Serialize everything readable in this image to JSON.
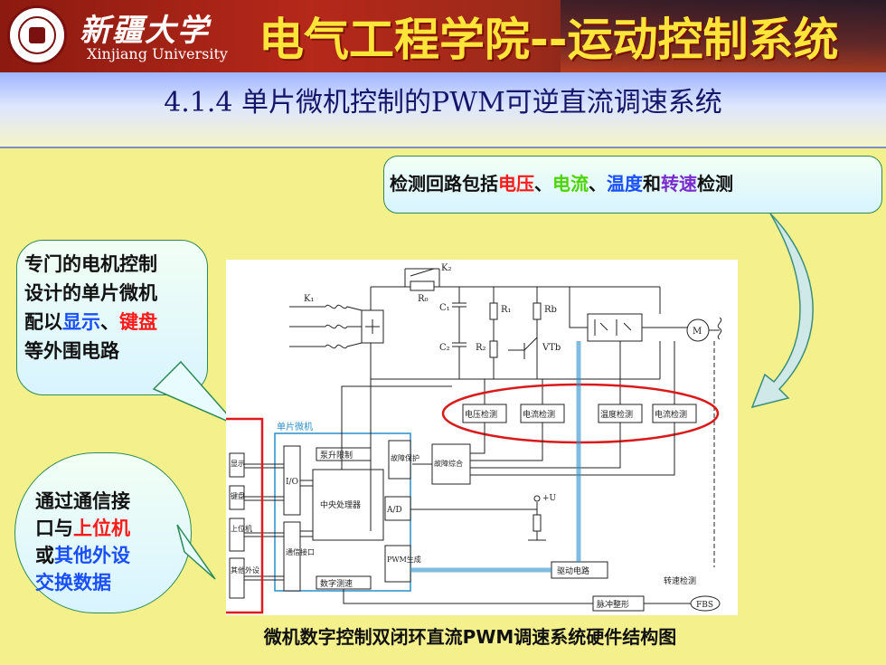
{
  "header": {
    "university_cn": "新疆大学",
    "university_en": "Xinjiang University",
    "college_title": "电气工程学院--运动控制系统"
  },
  "slide": {
    "title": "4.1.4 单片微机控制的PWM可逆直流调速系统"
  },
  "callouts": {
    "top": {
      "prefix": "检测回路包括",
      "voltage": "电压",
      "sep1": "、",
      "current": "电流",
      "sep2": "、",
      "temperature": "温度",
      "and": "和",
      "speed": "转速",
      "suffix": "检测"
    },
    "left": {
      "line1": "专门的电机控制",
      "line2": "设计的单片微机",
      "line3_prefix": "配以",
      "display": "显示",
      "sep": "、",
      "keyboard": "键盘",
      "line4": "等外围电路"
    },
    "bottom": {
      "line1": "通过通信接",
      "line2_prefix": "口与",
      "host": "上位机",
      "line3_prefix": "或",
      "other": "其他外设",
      "line4": "交换数据"
    }
  },
  "diagram": {
    "k1": "K₁",
    "k2": "K₂",
    "r0": "R₀",
    "c1": "C₁",
    "c2": "C₂",
    "r1": "R₁",
    "r2": "R₂",
    "rb": "Rb",
    "vtb": "VTb",
    "motor": "M",
    "mcu_label": "单片微机",
    "voltage_detect": "电压检测",
    "current_detect_1": "电流检测",
    "temp_detect": "温度检测",
    "current_detect_2": "电流检测",
    "pump_limit": "泵升限制",
    "fault_protect": "故障保护",
    "fault_sum": "故障综合",
    "io": "I/O",
    "cpu": "中央处理器",
    "ad": "A/D",
    "plus_u": "+U",
    "pwm_gen": "PWM生成",
    "digital_speed": "数字测速",
    "comm_port": "通信接口",
    "display": "显示",
    "keyboard": "键盘",
    "host": "上位机",
    "other_dev": "其他外设",
    "drive_circuit": "驱动电路",
    "speed_detect": "转速检测",
    "pulse_shape": "脉冲整形",
    "fbs": "FBS"
  },
  "caption": "微机数字控制双闭环直流PWM调速系统硬件结构图"
}
